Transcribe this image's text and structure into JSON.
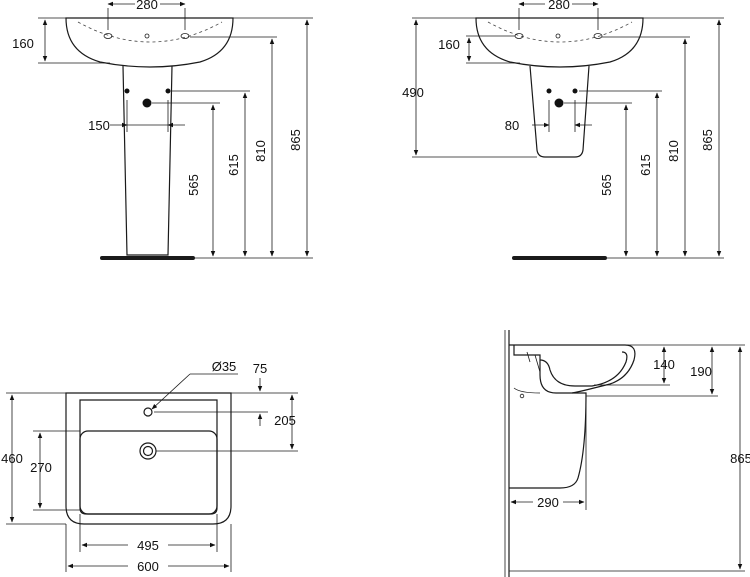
{
  "front_pedestal": {
    "tap_spacing": "280",
    "tap_depth": "160",
    "waste_width": "150",
    "waste_height": "565",
    "supply_height": "615",
    "rim_height": "810",
    "total_height": "865"
  },
  "front_semi_pedestal": {
    "tap_spacing": "280",
    "tap_depth": "160",
    "bowl_height": "490",
    "waste_width": "80",
    "waste_height": "565",
    "supply_height": "615",
    "rim_height": "810",
    "total_height": "865"
  },
  "plan_view": {
    "tap_hole_diameter": "Ø35",
    "tap_hole_offset": "75",
    "waste_offset": "205",
    "overall_depth": "460",
    "bowl_depth": "270",
    "bowl_width": "495",
    "overall_width": "600"
  },
  "side_view": {
    "bowl_depth": "140",
    "rim_depth": "190",
    "total_height": "865",
    "projection": "290"
  }
}
